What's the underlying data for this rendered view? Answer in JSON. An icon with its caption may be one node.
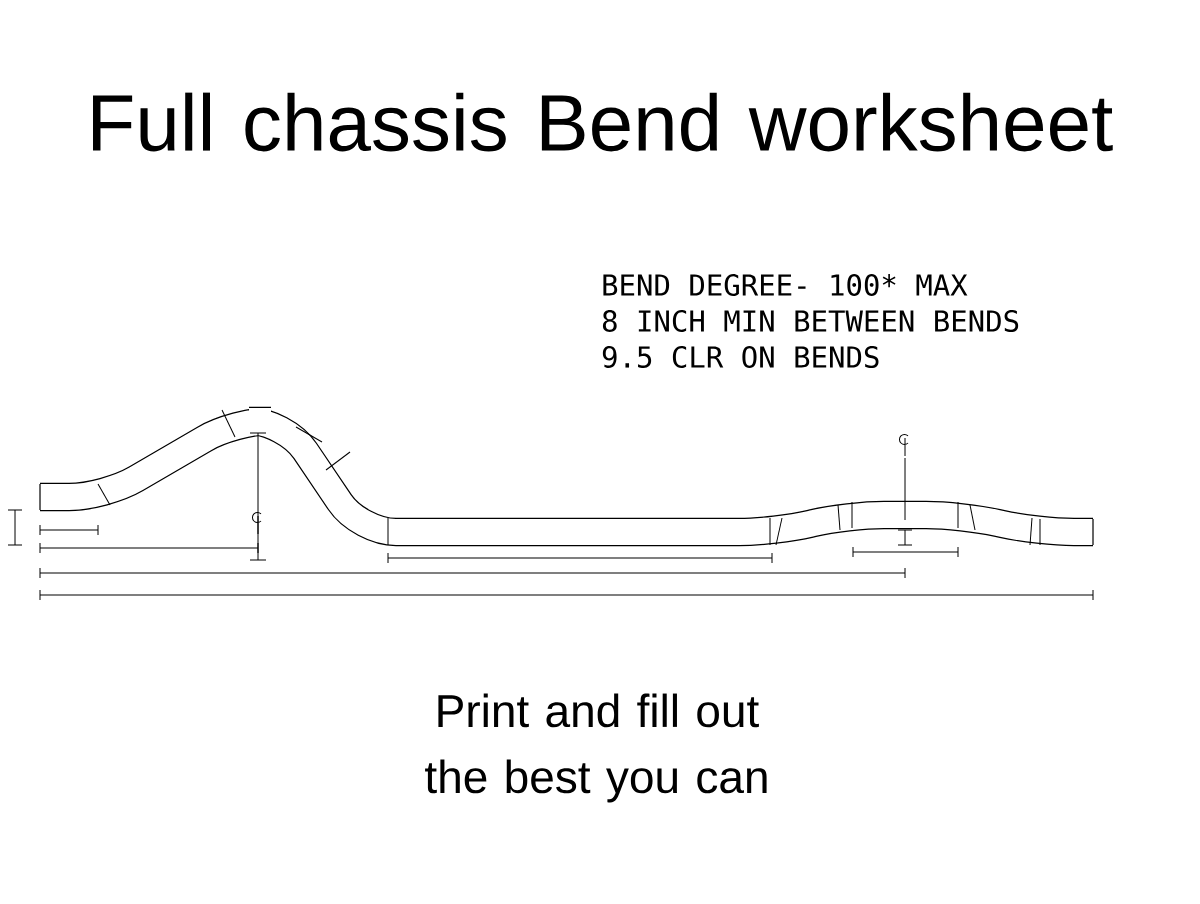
{
  "diagram": {
    "title": "Full chassis Bend worksheet",
    "caption": "Print and fill out the best you can",
    "labels": [
      "BEND DEGREE- 100* MAX",
      "8 INCH MIN BETWEEN BENDS",
      "9.5 CLR ON BENDS"
    ]
  }
}
